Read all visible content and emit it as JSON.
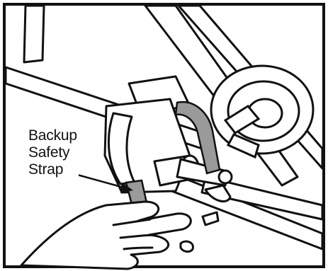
{
  "callout": {
    "lines": [
      "Backup",
      "Safety",
      "Strap"
    ]
  },
  "colors": {
    "line": "#111111",
    "strap": "#9a9a9a",
    "background": "#ffffff"
  }
}
